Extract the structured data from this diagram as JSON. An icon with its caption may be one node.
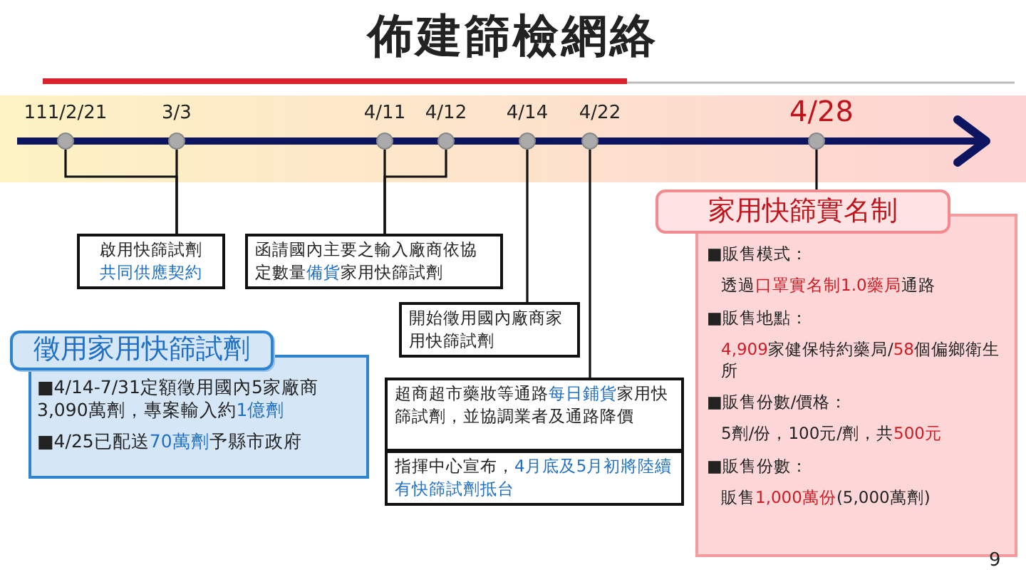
{
  "diagram": {
    "title": "佈建篩檢網絡",
    "nodes": [
      {
        "text": [
          "111/2/21"
        ]
      },
      {
        "text": [
          "3/3"
        ]
      },
      {
        "text": [
          "4/11"
        ]
      },
      {
        "text": [
          "4/12"
        ]
      },
      {
        "text": [
          "4/14"
        ]
      },
      {
        "text": [
          "4/22"
        ]
      },
      {
        "text": [
          "4/28"
        ]
      },
      {
        "text": [
          "啟用快篩試劑",
          "共同供應契約"
        ]
      },
      {
        "text": [
          "函請國內主要之輸入廠商依協定數量**備貨**家用快篩試劑"
        ]
      },
      {
        "text": [
          "開始徵用國內廠商家用快篩試劑"
        ]
      },
      {
        "text": [
          "超商超市藥妝等通路**每日鋪貨**家用快篩試劑，並協調業者及通路降價"
        ]
      },
      {
        "text": [
          "指揮中心宣布，**4月底及5月初將陸續有快篩試劑抵台**"
        ]
      },
      {
        "text": [
          "徵用家用快篩試劑",
          "■4/14-7/31定額徵用國內5家廠商3,090萬劑，專案輸入約**1億劑**",
          "■4/25已配送**70萬劑**予縣市政府"
        ]
      },
      {
        "text": [
          "家用快篩實名制",
          "■販售模式：",
          "透過**口罩實名制1.0藥局**通路",
          "■販售地點：",
          "**4,909**家健保特約藥局/**58**個偏鄉衛生所",
          "■販售份數/價格：",
          "5劑/份，100元/劑，共**500元**",
          "■販售份數：",
          "販售**1,000萬份**(5,000萬劑)"
        ]
      }
    ],
    "edges": [
      {
        "from": 0,
        "to": 7,
        "arrow": "none"
      },
      {
        "from": 1,
        "to": 7,
        "arrow": "none"
      },
      {
        "from": 2,
        "to": 8,
        "arrow": "none"
      },
      {
        "from": 3,
        "to": 8,
        "arrow": "none"
      },
      {
        "from": 4,
        "to": 9,
        "arrow": "none"
      },
      {
        "from": 5,
        "to": 10,
        "arrow": "none"
      },
      {
        "from": 6,
        "to": 13,
        "arrow": "none"
      }
    ],
    "labels": [
      "9"
    ]
  }
}
